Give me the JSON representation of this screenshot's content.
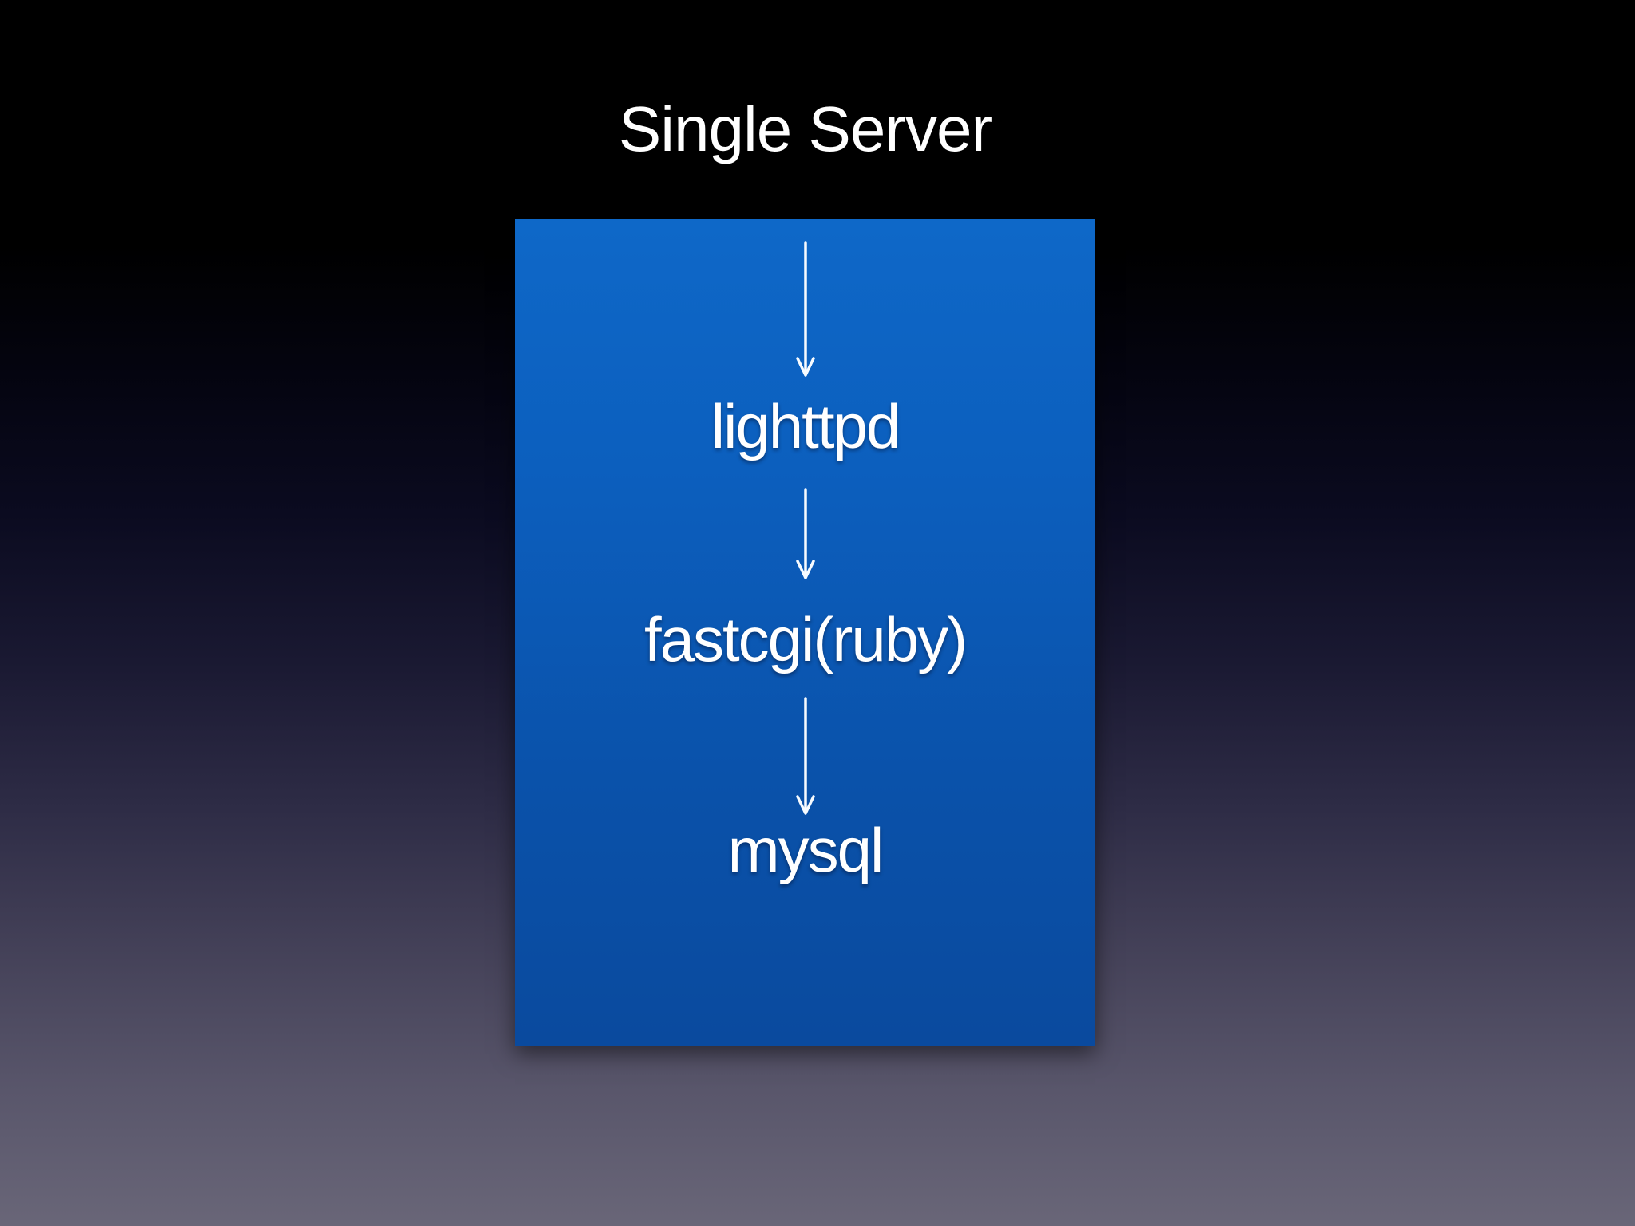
{
  "slide": {
    "title": "Single Server"
  },
  "diagram": {
    "nodes": [
      {
        "label": "lighttpd"
      },
      {
        "label": "fastcgi(ruby)"
      },
      {
        "label": "mysql"
      }
    ]
  },
  "colors": {
    "background_top": "#000000",
    "background_bottom": "#696678",
    "box_top": "#0e68c8",
    "box_bottom": "#0a4a9e",
    "text": "#ffffff",
    "arrow": "#f7fbff"
  }
}
